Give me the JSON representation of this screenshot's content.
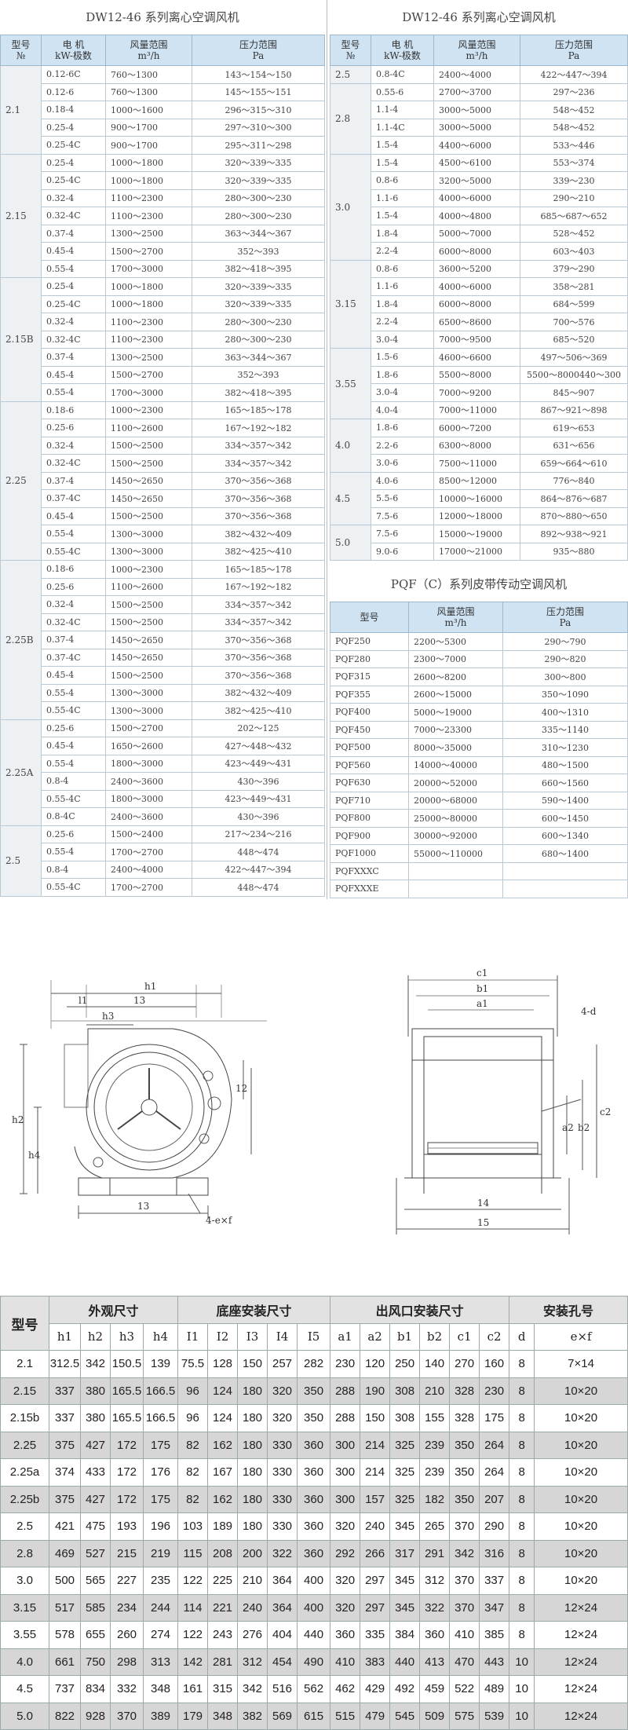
{
  "left_title": "DW12-46  系列离心空调风机",
  "right_title": "DW12-46  系列离心空调风机",
  "spec_headers": {
    "model_line1": "型号",
    "model_line2": "№",
    "motor_line1": "电 机",
    "motor_line2": "kW-极数",
    "flow_line1": "风量范围",
    "flow_line2": "m³/h",
    "pressure_line1": "压力范围",
    "pressure_line2": "Pa"
  },
  "left_groups": [
    {
      "model": "2.1",
      "rows": [
        [
          "0.12-6C",
          "760～1300",
          "143～154～150"
        ],
        [
          "0.12-6",
          "760～1300",
          "145～155～151"
        ],
        [
          "0.18-4",
          "1000～1600",
          "296～315～310"
        ],
        [
          "0.25-4",
          "900～1700",
          "297～310～300"
        ],
        [
          "0.25-4C",
          "900～1700",
          "295～311～298"
        ]
      ]
    },
    {
      "model": "2.15",
      "rows": [
        [
          "0.25-4",
          "1000～1800",
          "320～339～335"
        ],
        [
          "0.25-4C",
          "1000～1800",
          "320～339～335"
        ],
        [
          "0.32-4",
          "1100～2300",
          "280～300～230"
        ],
        [
          "0.32-4C",
          "1100～2300",
          "280～300～230"
        ],
        [
          "0.37-4",
          "1300～2500",
          "363～344～367"
        ],
        [
          "0.45-4",
          "1500～2700",
          "352～393"
        ],
        [
          "0.55-4",
          "1700～3000",
          "382～418～395"
        ]
      ]
    },
    {
      "model": "2.15B",
      "rows": [
        [
          "0.25-4",
          "1000～1800",
          "320～339～335"
        ],
        [
          "0.25-4C",
          "1000～1800",
          "320～339～335"
        ],
        [
          "0.32-4",
          "1100～2300",
          "280～300～230"
        ],
        [
          "0.32-4C",
          "1100～2300",
          "280～300～230"
        ],
        [
          "0.37-4",
          "1300～2500",
          "363～344～367"
        ],
        [
          "0.45-4",
          "1500～2700",
          "352～393"
        ],
        [
          "0.55-4",
          "1700～3000",
          "382～418～395"
        ]
      ]
    },
    {
      "model": "2.25",
      "rows": [
        [
          "0.18-6",
          "1000～2300",
          "165～185～178"
        ],
        [
          "0.25-6",
          "1100～2600",
          "167～192～182"
        ],
        [
          "0.32-4",
          "1500～2500",
          "334～357～342"
        ],
        [
          "0.32-4C",
          "1500～2500",
          "334～357～342"
        ],
        [
          "0.37-4",
          "1450～2650",
          "370～356～368"
        ],
        [
          "0.37-4C",
          "1450～2650",
          "370～356～368"
        ],
        [
          "0.45-4",
          "1500～2500",
          "370～356～368"
        ],
        [
          "0.55-4",
          "1300～3000",
          "382～432～409"
        ],
        [
          "0.55-4C",
          "1300～3000",
          "382～425～410"
        ]
      ]
    },
    {
      "model": "2.25B",
      "rows": [
        [
          "0.18-6",
          "1000～2300",
          "165～185～178"
        ],
        [
          "0.25-6",
          "1100～2600",
          "167～192～182"
        ],
        [
          "0.32-4",
          "1500～2500",
          "334～357～342"
        ],
        [
          "0.32-4C",
          "1500～2500",
          "334～357～342"
        ],
        [
          "0.37-4",
          "1450～2650",
          "370～356～368"
        ],
        [
          "0.37-4C",
          "1450～2650",
          "370～356～368"
        ],
        [
          "0.45-4",
          "1500～2500",
          "370～356～368"
        ],
        [
          "0.55-4",
          "1300～3000",
          "382～432～409"
        ],
        [
          "0.55-4C",
          "1300～3000",
          "382～425～410"
        ]
      ]
    },
    {
      "model": "2.25A",
      "rows": [
        [
          "0.25-6",
          "1500～2700",
          "202～125"
        ],
        [
          "0.45-4",
          "1650～2600",
          "427～448～432"
        ],
        [
          "0.55-4",
          "1800～3000",
          "423～449～431"
        ],
        [
          "0.8-4",
          "2400～3600",
          "430～396"
        ],
        [
          "0.55-4C",
          "1800～3000",
          "423～449～431"
        ],
        [
          "0.8-4C",
          "2400～3600",
          "430～396"
        ]
      ]
    },
    {
      "model": "2.5",
      "rows": [
        [
          "0.25-6",
          "1500～2400",
          "217～234～216"
        ],
        [
          "0.55-4",
          "1700～2700",
          "448～474"
        ],
        [
          "0.8-4",
          "2400～4000",
          "422～447～394"
        ],
        [
          "0.55-4C",
          "1700～2700",
          "448～474"
        ]
      ]
    }
  ],
  "right_groups": [
    {
      "model": "2.5",
      "rows": [
        [
          "0.8-4C",
          "2400～4000",
          "422～447～394"
        ]
      ]
    },
    {
      "model": "2.8",
      "rows": [
        [
          "0.55-6",
          "2700～3700",
          "297～236"
        ],
        [
          "1.1-4",
          "3000～5000",
          "548～452"
        ],
        [
          "1.1-4C",
          "3000～5000",
          "548～452"
        ],
        [
          "1.5-4",
          "4400～6000",
          "533～446"
        ]
      ]
    },
    {
      "model": "3.0",
      "rows": [
        [
          "1.5-4",
          "4500～6100",
          "553～374"
        ],
        [
          "0.8-6",
          "3200～5000",
          "339～230"
        ],
        [
          "1.1-6",
          "4000～6000",
          "290～210"
        ],
        [
          "1.5-4",
          "4000～4800",
          "685～687～652"
        ],
        [
          "1.8-4",
          "5000～7000",
          "528～452"
        ],
        [
          "2.2-4",
          "6000～8000",
          "603～403"
        ]
      ]
    },
    {
      "model": "3.15",
      "rows": [
        [
          "0.8-6",
          "3600～5200",
          "379～290"
        ],
        [
          "1.1-6",
          "4000～6000",
          "358～281"
        ],
        [
          "1.8-4",
          "6000～8000",
          "684～599"
        ],
        [
          "2.2-4",
          "6500～8600",
          "700～576"
        ],
        [
          "3.0-4",
          "7000～9500",
          "685～520"
        ]
      ]
    },
    {
      "model": "3.55",
      "rows": [
        [
          "1.5-6",
          "4600～6600",
          "497～506～369"
        ],
        [
          "1.8-6",
          "5500～8000",
          "5500～8000440～300"
        ],
        [
          "3.0-4",
          "7000～9200",
          "845～907"
        ],
        [
          "4.0-4",
          "7000～11000",
          "867～921～898"
        ]
      ]
    },
    {
      "model": "4.0",
      "rows": [
        [
          "1.8-6",
          "6000～7200",
          "619～653"
        ],
        [
          "2.2-6",
          "6300～8000",
          "631～656"
        ],
        [
          "3.0-6",
          "7500～11000",
          "659～664～610"
        ]
      ]
    },
    {
      "model": "4.5",
      "rows": [
        [
          "4.0-6",
          "8500～12000",
          "776～840"
        ],
        [
          "5.5-6",
          "10000～16000",
          "864～876～687"
        ],
        [
          "7.5-6",
          "12000～18000",
          "870～880～650"
        ]
      ]
    },
    {
      "model": "5.0",
      "rows": [
        [
          "7.5-6",
          "15000～19000",
          "892～938～921"
        ],
        [
          "9.0-6",
          "17000～21000",
          "935～880"
        ]
      ]
    }
  ],
  "pqf": {
    "title": "PQF（C）系列皮带传动空调风机",
    "headers": {
      "model": "型号",
      "flow_line1": "风量范围",
      "flow_line2": "m³/h",
      "pressure_line1": "压力范围",
      "pressure_line2": "Pa"
    },
    "rows": [
      [
        "PQF250",
        "2200～5300",
        "290～790"
      ],
      [
        "PQF280",
        "2300～7000",
        "290～820"
      ],
      [
        "PQF315",
        "2600～8200",
        "300～800"
      ],
      [
        "PQF355",
        "2600～15000",
        "350～1090"
      ],
      [
        "PQF400",
        "5000～19000",
        "400～1310"
      ],
      [
        "PQF450",
        "7000～23300",
        "335～1140"
      ],
      [
        "PQF500",
        "8000～35000",
        "310～1230"
      ],
      [
        "PQF560",
        "14000～40000",
        "480～1500"
      ],
      [
        "PQF630",
        "20000～52000",
        "660～1560"
      ],
      [
        "PQF710",
        "20000～68000",
        "590～1400"
      ],
      [
        "PQF800",
        "25000～80000",
        "600～1450"
      ],
      [
        "PQF900",
        "30000～92000",
        "600～1340"
      ],
      [
        "PQF1000",
        "55000～110000",
        "680～1400"
      ],
      [
        "PQFXXXC",
        "",
        ""
      ],
      [
        "PQFXXXE",
        "",
        ""
      ]
    ]
  },
  "drawing_labels": {
    "h1": "h1",
    "l1": "l1",
    "l3_top": "13",
    "h3": "h3",
    "l2": "12",
    "h2": "h2",
    "h4": "h4",
    "l3_bottom": "13",
    "holes": "4-e×f",
    "c1": "c1",
    "b1": "b1",
    "a1": "a1",
    "d": "4-d",
    "a2": "a2",
    "b2": "b2",
    "c2": "c2",
    "l4": "14",
    "l5": "15"
  },
  "dim_table": {
    "model_header": "型号",
    "groups": [
      "外观尺寸",
      "底座安装尺寸",
      "出风口安装尺寸",
      "安装孔号"
    ],
    "sub_headers": [
      "h1",
      "h2",
      "h3",
      "h4",
      "I1",
      "I2",
      "I3",
      "I4",
      "I5",
      "a1",
      "a2",
      "b1",
      "b2",
      "c1",
      "c2",
      "d",
      "e×f"
    ],
    "rows": [
      [
        "2.1",
        "312.5",
        "342",
        "150.5",
        "139",
        "75.5",
        "128",
        "150",
        "257",
        "282",
        "230",
        "120",
        "250",
        "140",
        "270",
        "160",
        "8",
        "7×14"
      ],
      [
        "2.15",
        "337",
        "380",
        "165.5",
        "166.5",
        "96",
        "124",
        "180",
        "320",
        "350",
        "288",
        "190",
        "308",
        "210",
        "328",
        "230",
        "8",
        "10×20"
      ],
      [
        "2.15b",
        "337",
        "380",
        "165.5",
        "166.5",
        "96",
        "124",
        "180",
        "320",
        "350",
        "288",
        "150",
        "308",
        "155",
        "328",
        "175",
        "8",
        "10×20"
      ],
      [
        "2.25",
        "375",
        "427",
        "172",
        "175",
        "82",
        "162",
        "180",
        "330",
        "360",
        "300",
        "214",
        "325",
        "239",
        "350",
        "264",
        "8",
        "10×20"
      ],
      [
        "2.25a",
        "374",
        "433",
        "172",
        "176",
        "82",
        "167",
        "180",
        "330",
        "360",
        "300",
        "214",
        "325",
        "239",
        "350",
        "264",
        "8",
        "10×20"
      ],
      [
        "2.25b",
        "375",
        "427",
        "172",
        "175",
        "82",
        "162",
        "180",
        "330",
        "360",
        "300",
        "157",
        "325",
        "182",
        "350",
        "207",
        "8",
        "10×20"
      ],
      [
        "2.5",
        "421",
        "475",
        "193",
        "196",
        "103",
        "189",
        "180",
        "330",
        "360",
        "320",
        "240",
        "345",
        "265",
        "370",
        "290",
        "8",
        "10×20"
      ],
      [
        "2.8",
        "469",
        "527",
        "215",
        "219",
        "115",
        "208",
        "200",
        "322",
        "360",
        "292",
        "266",
        "317",
        "291",
        "342",
        "316",
        "8",
        "10×20"
      ],
      [
        "3.0",
        "500",
        "565",
        "227",
        "235",
        "122",
        "225",
        "210",
        "364",
        "400",
        "320",
        "297",
        "345",
        "312",
        "370",
        "337",
        "8",
        "10×20"
      ],
      [
        "3.15",
        "517",
        "585",
        "234",
        "244",
        "114",
        "221",
        "240",
        "364",
        "400",
        "320",
        "297",
        "345",
        "322",
        "370",
        "347",
        "8",
        "12×24"
      ],
      [
        "3.55",
        "578",
        "655",
        "260",
        "274",
        "122",
        "243",
        "276",
        "404",
        "440",
        "360",
        "335",
        "384",
        "360",
        "410",
        "385",
        "8",
        "12×24"
      ],
      [
        "4.0",
        "661",
        "750",
        "298",
        "313",
        "142",
        "281",
        "312",
        "454",
        "490",
        "410",
        "383",
        "440",
        "413",
        "470",
        "443",
        "10",
        "12×24"
      ],
      [
        "4.5",
        "737",
        "834",
        "332",
        "348",
        "161",
        "315",
        "342",
        "516",
        "562",
        "462",
        "429",
        "492",
        "459",
        "522",
        "489",
        "10",
        "12×24"
      ],
      [
        "5.0",
        "822",
        "928",
        "370",
        "389",
        "179",
        "348",
        "382",
        "569",
        "615",
        "515",
        "479",
        "545",
        "509",
        "575",
        "539",
        "10",
        "12×24"
      ]
    ]
  }
}
